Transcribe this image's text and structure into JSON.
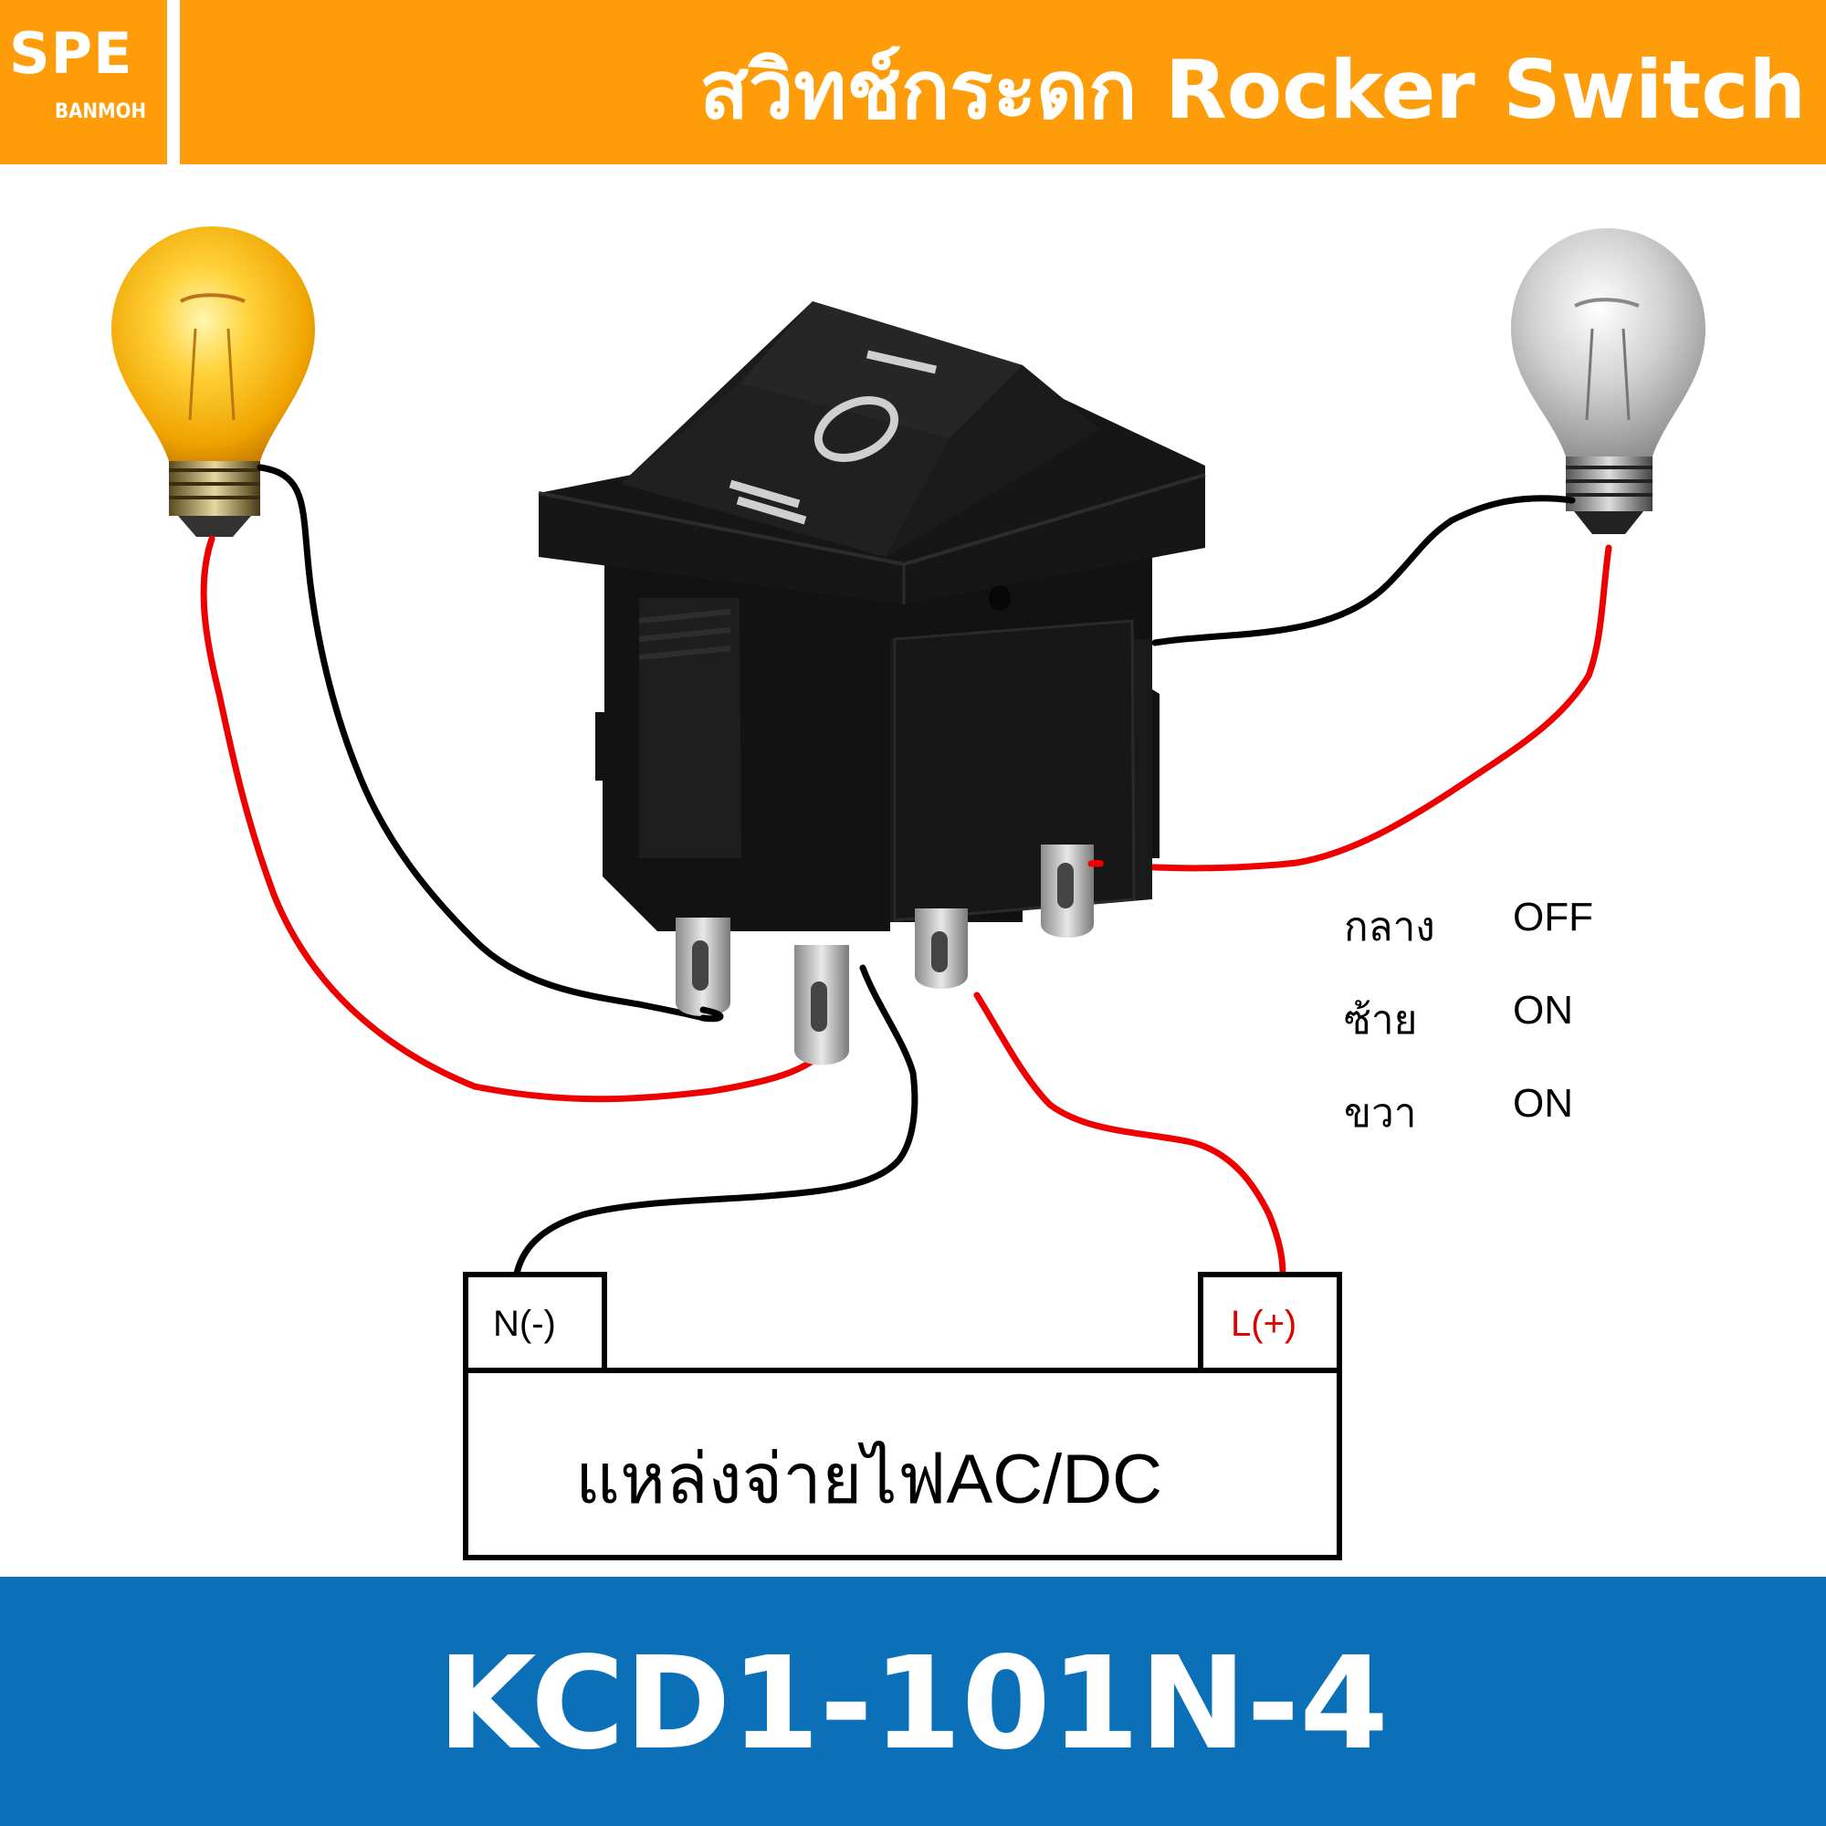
{
  "header": {
    "logo_main": "SPE",
    "logo_sub": "BANMOH",
    "title": "สวิทช์กระดก Rocker Switch"
  },
  "switch": {
    "symbols": [
      "I",
      "O",
      "II"
    ]
  },
  "legend": [
    {
      "position": "กลาง",
      "state": "OFF"
    },
    {
      "position": "ซ้าย",
      "state": "ON"
    },
    {
      "position": "ขวา",
      "state": "ON"
    }
  ],
  "supply": {
    "neutral_label": "N(-)",
    "live_label": "L(+)",
    "name": "แหล่งจ่ายไฟAC/DC"
  },
  "footer": {
    "model": "KCD1-101N-4"
  },
  "colors": {
    "header_bg": "#ff9c0a",
    "footer_bg": "#0c70b9",
    "wire_red": "#ee0000",
    "wire_black": "#000000",
    "lamp_on": "#f7b500",
    "lamp_off": "#b5b5b5"
  }
}
